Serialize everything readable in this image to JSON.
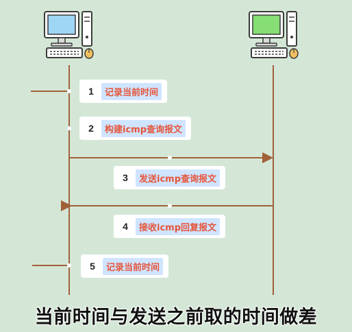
{
  "colors": {
    "background": "#d4e7d6",
    "lifeline": "#a0603a",
    "label_text": "#e6553a",
    "label_bg": "#cfe4ff",
    "left_screen": "#9fd6f5",
    "right_screen": "#86de74"
  },
  "hosts": [
    {
      "icon": "computer-icon",
      "screen_color": "#9fd6f5"
    },
    {
      "icon": "computer-icon",
      "screen_color": "#86de74"
    }
  ],
  "steps": [
    {
      "num": "1",
      "label": "记录当前时间"
    },
    {
      "num": "2",
      "label": "构建icmp查询报文"
    },
    {
      "num": "3",
      "label": "发送icmp查询报文"
    },
    {
      "num": "4",
      "label": "接收icmp回复报文"
    },
    {
      "num": "5",
      "label": "记录当前时间"
    }
  ],
  "caption": "当前时间与发送之前取的时间做差"
}
